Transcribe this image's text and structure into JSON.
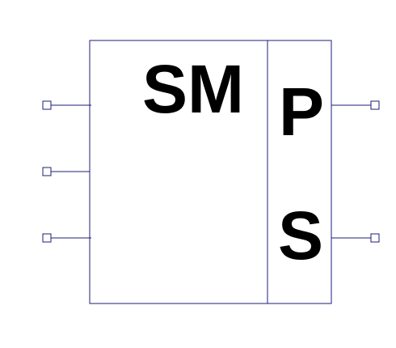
{
  "diagram": {
    "labels": {
      "main": "SM",
      "top_right": "P",
      "bottom_right": "S"
    },
    "colors": {
      "outline": "#1c1c7a",
      "text": "#000000",
      "background": "#ffffff"
    },
    "pins": {
      "left_count": 3,
      "right_count": 2
    }
  }
}
